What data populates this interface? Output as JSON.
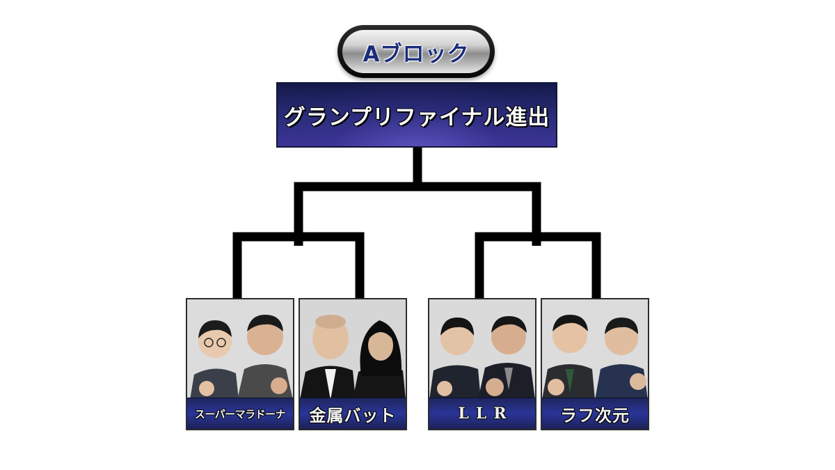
{
  "block": {
    "label": "Aブロック"
  },
  "final": {
    "label": "グランプリファイナル進出"
  },
  "bracket": {
    "line_color": "#000000"
  },
  "colors": {
    "banner_navy": "#2a2d7a",
    "pill_text": "#1b2c7a",
    "nameplate_blue": "#2a3598"
  },
  "contestants": [
    {
      "name": "スーパーマラドーナ",
      "photo": "two-men-photo"
    },
    {
      "name": "金属バット",
      "photo": "two-men-photo"
    },
    {
      "name": "LLR",
      "photo": "two-men-photo"
    },
    {
      "name": "ラフ次元",
      "photo": "two-men-photo"
    }
  ]
}
